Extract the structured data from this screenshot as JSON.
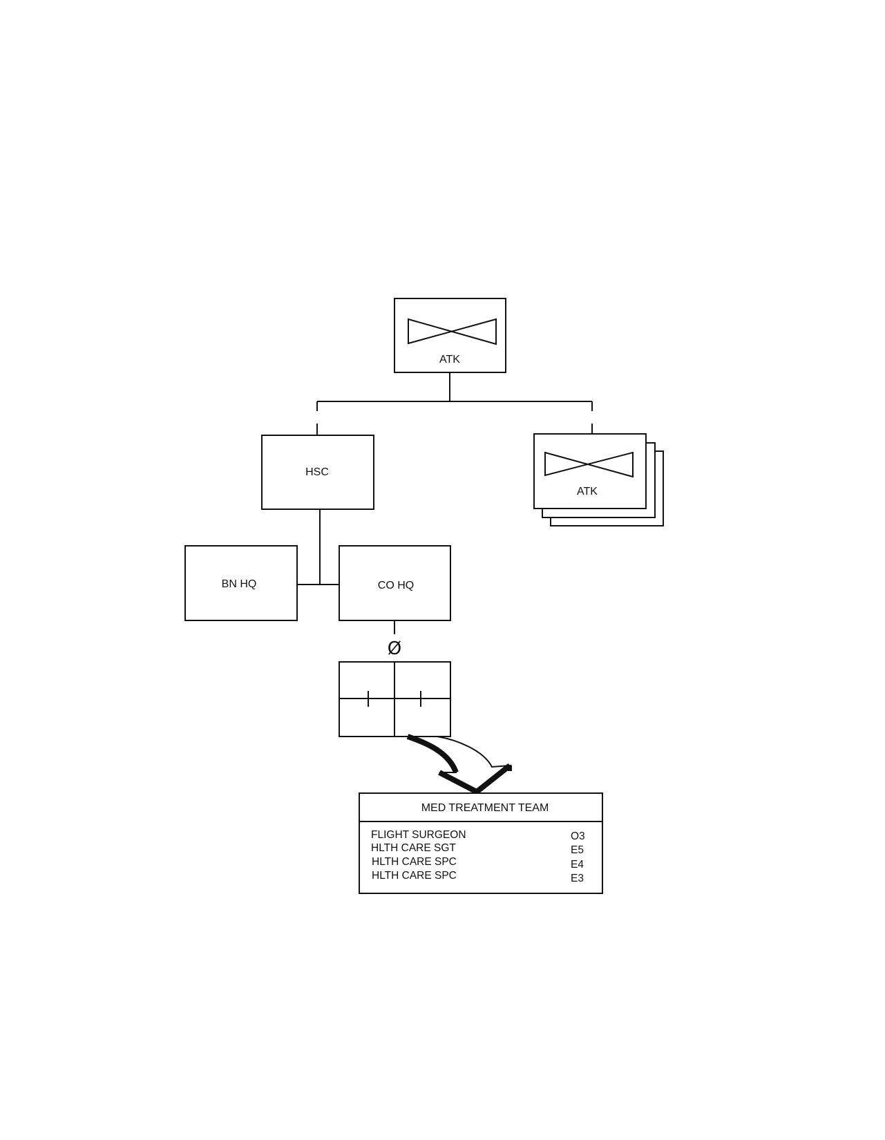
{
  "nodes": {
    "top_unit": {
      "label": "ATK",
      "symbol": "attack-aviation-bowtie-icon"
    },
    "hsc": {
      "label": "HSC"
    },
    "atk_companies": {
      "label": "ATK",
      "symbol": "attack-aviation-bowtie-icon",
      "stacked": 3
    },
    "bn_hq": {
      "label": "BN HQ"
    },
    "co_hq": {
      "label": "CO HQ"
    },
    "medical_section": {
      "symbol_label": "Ø",
      "symbol": "medical-section-icon"
    }
  },
  "team": {
    "title": "MED TREATMENT TEAM",
    "members": [
      {
        "position": "FLIGHT SURGEON",
        "grade": "O3"
      },
      {
        "position": "HLTH CARE SGT",
        "grade": "E5"
      },
      {
        "position": "HLTH CARE SPC",
        "grade": "E4"
      },
      {
        "position": "HLTH CARE SPC",
        "grade": "E3"
      }
    ]
  }
}
